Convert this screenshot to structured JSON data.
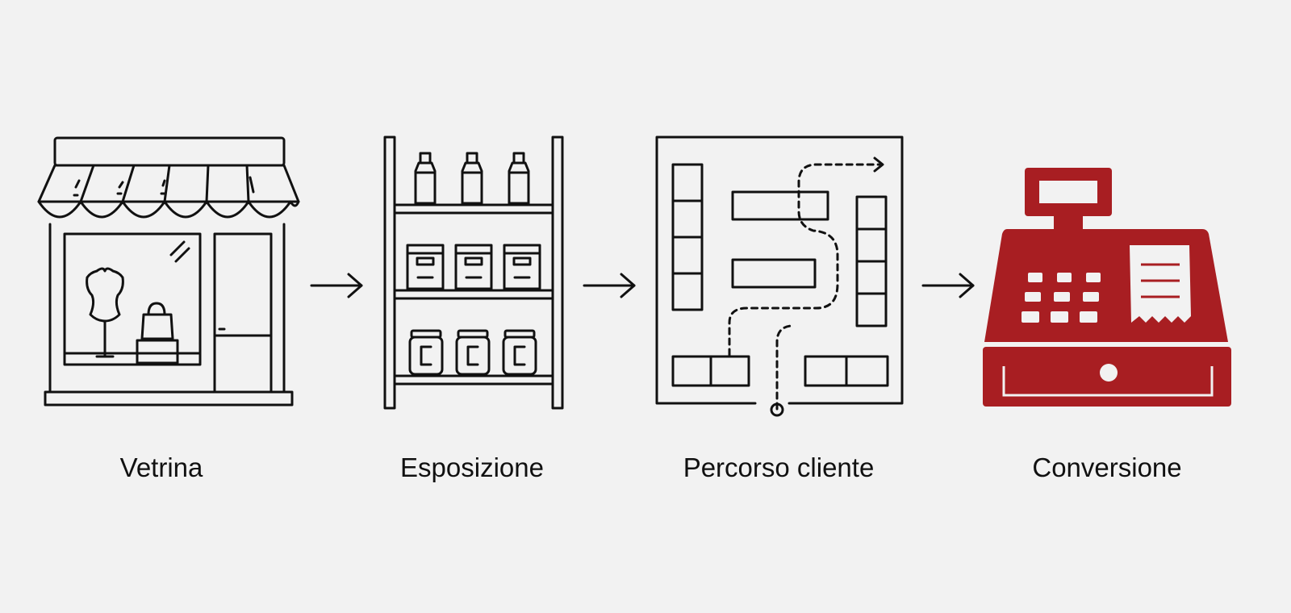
{
  "colors": {
    "background": "#f2f2f2",
    "stroke": "#111111",
    "accent": "#a81e22",
    "text": "#111111"
  },
  "steps": [
    {
      "label": "Vetrina",
      "icon": "storefront-icon"
    },
    {
      "label": "Esposizione",
      "icon": "shelf-icon"
    },
    {
      "label": "Percorso cliente",
      "icon": "store-path-map-icon"
    },
    {
      "label": "Conversione",
      "icon": "cash-register-icon"
    }
  ],
  "connectors": [
    "arrow-right-icon",
    "arrow-right-icon",
    "arrow-right-icon"
  ]
}
